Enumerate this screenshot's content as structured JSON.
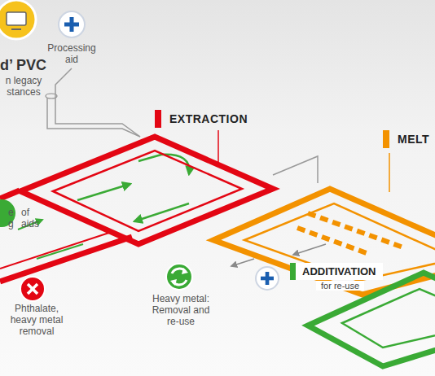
{
  "diagram": {
    "nodes": [
      {
        "text": [
          "d’ PVC",
          "n legacy stances"
        ]
      },
      {
        "text": [
          "Processing aid"
        ]
      },
      {
        "text": [
          "EXTRACTION"
        ]
      },
      {
        "text": [
          "MELT"
        ]
      },
      {
        "text": [
          "ADDITIVATION",
          "for re-use"
        ]
      }
    ],
    "edges": [
      {
        "from": 0,
        "to": 2,
        "arrow": "none"
      },
      {
        "from": 1,
        "to": 2,
        "arrow": "none"
      },
      {
        "from": 2,
        "to": 3,
        "arrow": "none"
      }
    ],
    "labels": [
      "e of g aids",
      "Phthalate, heavy metal removal",
      "Heavy metal: Removal and re-use"
    ]
  }
}
